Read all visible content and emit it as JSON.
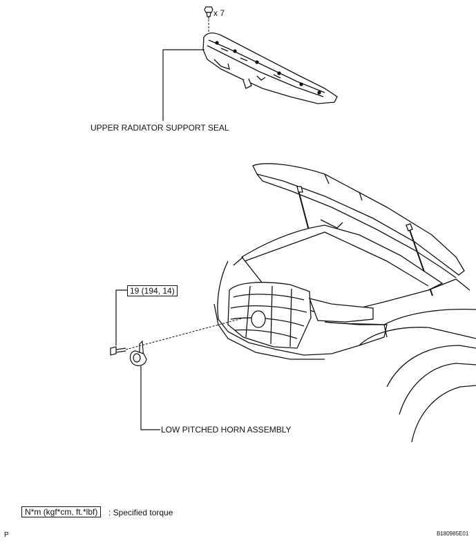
{
  "parts": {
    "upper_seal_label": "UPPER RADIATOR SUPPORT SEAL",
    "horn_label": "LOW PITCHED HORN ASSEMBLY"
  },
  "callouts": {
    "clip_qty": "x 7",
    "horn_torque": "19 (194, 14)"
  },
  "legend": {
    "torque_unit": "N*m (kgf*cm, ft.*lbf)",
    "torque_desc": ": Specified torque"
  },
  "footer": {
    "page_mark": "P",
    "figure_id": "B180985E01"
  },
  "colors": {
    "ink": "#111111",
    "background": "#ffffff"
  }
}
